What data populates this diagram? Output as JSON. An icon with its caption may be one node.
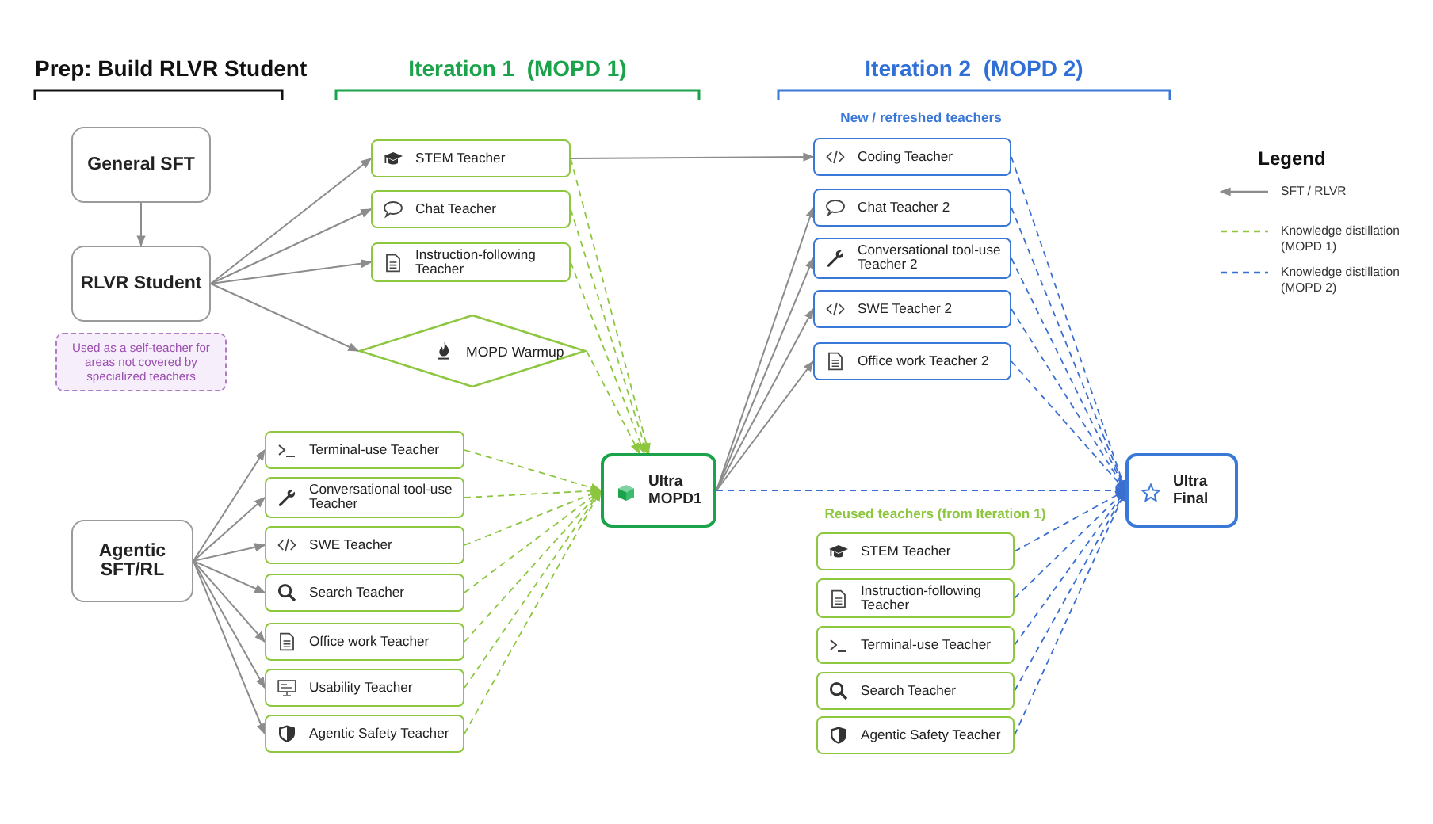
{
  "diagram": {
    "nodes": [
      {
        "text": [
          "General SFT"
        ]
      },
      {
        "text": [
          "RLVR Student"
        ]
      },
      {
        "text": [
          "Used as a self-teacher for areas not covered by specialized teachers"
        ]
      },
      {
        "text": [
          "Agentic SFT/RL"
        ]
      },
      {
        "text": [
          "STEM Teacher"
        ]
      },
      {
        "text": [
          "Chat Teacher"
        ]
      },
      {
        "text": [
          "Instruction-following Teacher"
        ]
      },
      {
        "text": [
          "MOPD Warmup"
        ]
      },
      {
        "text": [
          "Terminal-use Teacher"
        ]
      },
      {
        "text": [
          "Conversational tool-use Teacher"
        ]
      },
      {
        "text": [
          "SWE Teacher"
        ]
      },
      {
        "text": [
          "Search Teacher"
        ]
      },
      {
        "text": [
          "Office work Teacher"
        ]
      },
      {
        "text": [
          "Usability Teacher"
        ]
      },
      {
        "text": [
          "Agentic Safety Teacher"
        ]
      },
      {
        "text": [
          "Ultra MOPD1"
        ]
      },
      {
        "text": [
          "Coding Teacher"
        ]
      },
      {
        "text": [
          "Chat Teacher 2"
        ]
      },
      {
        "text": [
          "Conversational tool-use Teacher 2"
        ]
      },
      {
        "text": [
          "SWE Teacher 2"
        ]
      },
      {
        "text": [
          "Office work Teacher 2"
        ]
      },
      {
        "text": [
          "Ultra Final"
        ]
      },
      {
        "text": [
          "STEM Teacher"
        ]
      },
      {
        "text": [
          "Instruction-following Teacher"
        ]
      },
      {
        "text": [
          "Terminal-use Teacher"
        ]
      },
      {
        "text": [
          "Search Teacher"
        ]
      },
      {
        "text": [
          "Agentic Safety Teacher"
        ]
      }
    ],
    "edges": [
      {
        "from": 0,
        "to": 1,
        "arrow": "to"
      },
      {
        "from": 1,
        "to": 4,
        "arrow": "to"
      },
      {
        "from": 1,
        "to": 5,
        "arrow": "to"
      },
      {
        "from": 1,
        "to": 6,
        "arrow": "to"
      },
      {
        "from": 1,
        "to": 7,
        "arrow": "to"
      },
      {
        "from": 3,
        "to": 8,
        "arrow": "to"
      },
      {
        "from": 3,
        "to": 9,
        "arrow": "to"
      },
      {
        "from": 3,
        "to": 10,
        "arrow": "to"
      },
      {
        "from": 3,
        "to": 11,
        "arrow": "to"
      },
      {
        "from": 3,
        "to": 12,
        "arrow": "to"
      },
      {
        "from": 3,
        "to": 13,
        "arrow": "to"
      },
      {
        "from": 3,
        "to": 14,
        "arrow": "to"
      },
      {
        "from": 4,
        "to": 15,
        "arrow": "to",
        "style": "dashed",
        "color": "#8dc63f"
      },
      {
        "from": 5,
        "to": 15,
        "arrow": "to",
        "style": "dashed",
        "color": "#8dc63f"
      },
      {
        "from": 6,
        "to": 15,
        "arrow": "to",
        "style": "dashed",
        "color": "#8dc63f"
      },
      {
        "from": 7,
        "to": 15,
        "arrow": "to",
        "style": "dashed",
        "color": "#8dc63f"
      },
      {
        "from": 8,
        "to": 15,
        "arrow": "to",
        "style": "dashed",
        "color": "#8dc63f"
      },
      {
        "from": 9,
        "to": 15,
        "arrow": "to",
        "style": "dashed",
        "color": "#8dc63f"
      },
      {
        "from": 10,
        "to": 15,
        "arrow": "to",
        "style": "dashed",
        "color": "#8dc63f"
      },
      {
        "from": 11,
        "to": 15,
        "arrow": "to",
        "style": "dashed",
        "color": "#8dc63f"
      },
      {
        "from": 12,
        "to": 15,
        "arrow": "to",
        "style": "dashed",
        "color": "#8dc63f"
      },
      {
        "from": 13,
        "to": 15,
        "arrow": "to",
        "style": "dashed",
        "color": "#8dc63f"
      },
      {
        "from": 14,
        "to": 15,
        "arrow": "to",
        "style": "dashed",
        "color": "#8dc63f"
      },
      {
        "from": 4,
        "to": 16,
        "arrow": "to"
      },
      {
        "from": 15,
        "to": 17,
        "arrow": "to"
      },
      {
        "from": 15,
        "to": 18,
        "arrow": "to"
      },
      {
        "from": 15,
        "to": 19,
        "arrow": "to"
      },
      {
        "from": 15,
        "to": 20,
        "arrow": "to"
      },
      {
        "from": 15,
        "to": 21,
        "arrow": "to",
        "style": "dashed",
        "color": "#3a6fd1"
      },
      {
        "from": 16,
        "to": 21,
        "arrow": "to",
        "style": "dashed",
        "color": "#3a6fd1"
      },
      {
        "from": 17,
        "to": 21,
        "arrow": "to",
        "style": "dashed",
        "color": "#3a6fd1"
      },
      {
        "from": 18,
        "to": 21,
        "arrow": "to",
        "style": "dashed",
        "color": "#3a6fd1"
      },
      {
        "from": 19,
        "to": 21,
        "arrow": "to",
        "style": "dashed",
        "color": "#3a6fd1"
      },
      {
        "from": 20,
        "to": 21,
        "arrow": "to",
        "style": "dashed",
        "color": "#3a6fd1"
      },
      {
        "from": 22,
        "to": 21,
        "arrow": "to",
        "style": "dashed",
        "color": "#3a6fd1"
      },
      {
        "from": 23,
        "to": 21,
        "arrow": "to",
        "style": "dashed",
        "color": "#3a6fd1"
      },
      {
        "from": 24,
        "to": 21,
        "arrow": "to",
        "style": "dashed",
        "color": "#3a6fd1"
      },
      {
        "from": 25,
        "to": 21,
        "arrow": "to",
        "style": "dashed",
        "color": "#3a6fd1"
      },
      {
        "from": 26,
        "to": 21,
        "arrow": "to",
        "style": "dashed",
        "color": "#3a6fd1"
      }
    ],
    "labels": [
      "Prep: Build RLVR Student",
      "Iteration 1  (MOPD 1)",
      "Iteration 2  (MOPD 2)",
      "New / refreshed teachers",
      "Legend",
      "Reused teachers (from Iteration 1)"
    ],
    "legend": [
      {
        "text": "SFT / RLVR"
      },
      {
        "text": "Knowledge distillation (MOPD 1)"
      },
      {
        "text": "Knowledge distillation (MOPD 2)"
      }
    ]
  }
}
